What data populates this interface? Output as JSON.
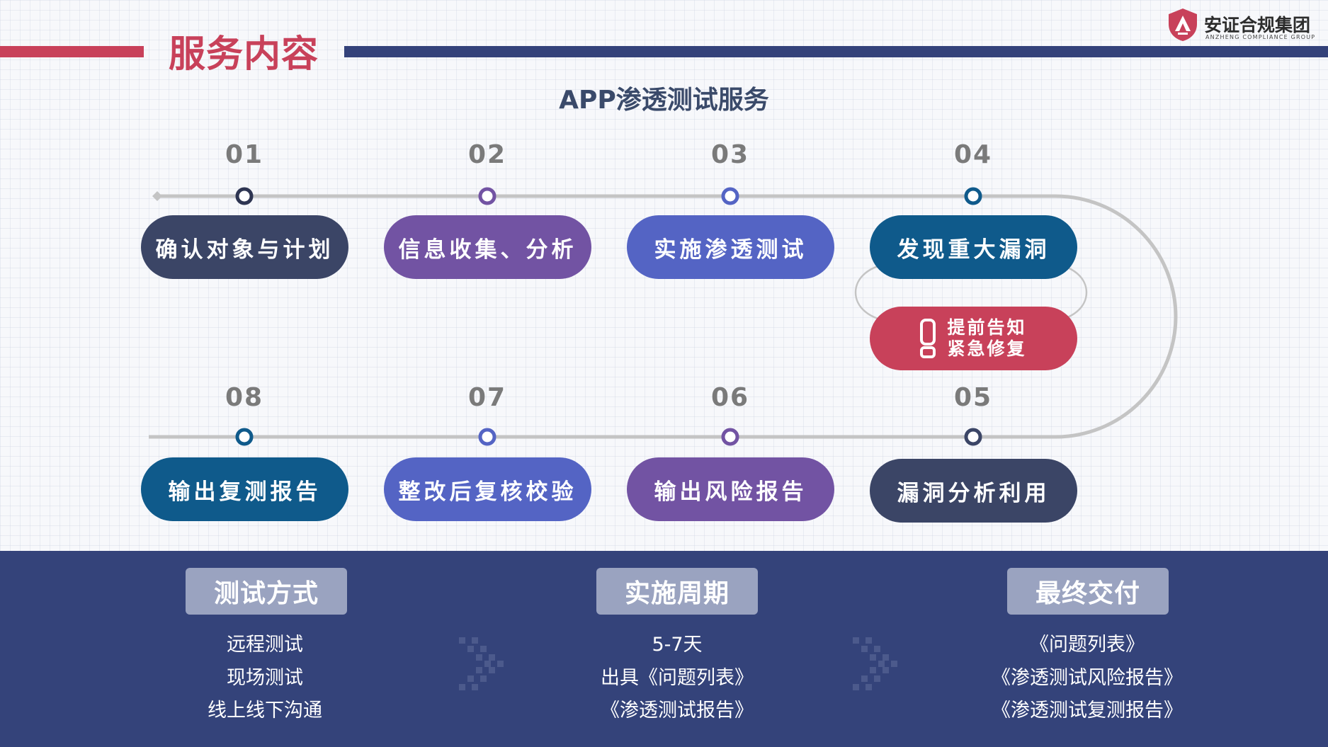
{
  "header": {
    "page_title": "服务内容",
    "logo_text": "安证合规集团",
    "logo_subtext": "ANZHENG COMPLIANCE GROUP",
    "accent_red": "#c8415a",
    "accent_blue": "#34427a"
  },
  "diagram": {
    "title": "APP渗透测试服务",
    "steps": [
      {
        "num": "01",
        "label": "确认对象与计划",
        "color": "#3b4566"
      },
      {
        "num": "02",
        "label": "信息收集、分析",
        "color": "#7253a3"
      },
      {
        "num": "03",
        "label": "实施渗透测试",
        "color": "#5464c4"
      },
      {
        "num": "04",
        "label": "发现重大漏洞",
        "color": "#0f5a8b"
      },
      {
        "num": "05",
        "label": "漏洞分析利用",
        "color": "#3b4566"
      },
      {
        "num": "06",
        "label": "输出风险报告",
        "color": "#7253a3"
      },
      {
        "num": "07",
        "label": "整改后复核校验",
        "color": "#5464c4"
      },
      {
        "num": "08",
        "label": "输出复测报告",
        "color": "#0f5a8b"
      }
    ],
    "alert": {
      "line1": "提前告知",
      "line2": "紧急修复",
      "color": "#c8415a",
      "icon": "exclamation-icon"
    }
  },
  "bottom": {
    "sections": [
      {
        "title": "测试方式",
        "items": [
          "远程测试",
          "现场测试",
          "线上线下沟通"
        ]
      },
      {
        "title": "实施周期",
        "items": [
          "5-7天",
          "出具《问题列表》",
          "《渗透测试报告》"
        ]
      },
      {
        "title": "最终交付",
        "items": [
          "《问题列表》",
          "《渗透测试风险报告》",
          "《渗透测试复测报告》"
        ]
      }
    ]
  }
}
